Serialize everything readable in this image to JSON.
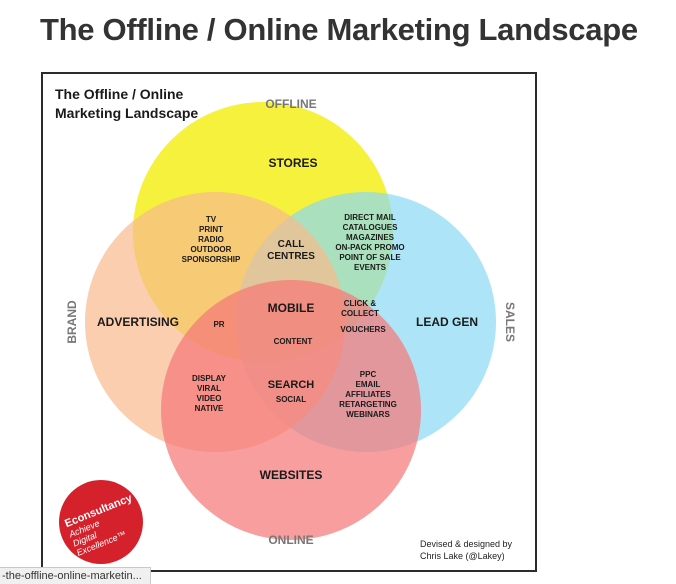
{
  "page": {
    "heading": "The Offline / Online Marketing Landscape"
  },
  "diagram": {
    "title_line1": "The Offline / Online",
    "title_line2": "Marketing Landscape",
    "edges": {
      "top": "OFFLINE",
      "bottom": "ONLINE",
      "left": "BRAND",
      "right": "SALES"
    },
    "circles": {
      "stores": "STORES",
      "advertising": "ADVERTISING",
      "lead_gen": "LEAD GEN",
      "websites": "WEBSITES"
    },
    "regions": {
      "stores_advertising": [
        "TV",
        "PRINT",
        "RADIO",
        "OUTDOOR",
        "SPONSORSHIP"
      ],
      "call_centres": [
        "CALL",
        "CENTRES"
      ],
      "stores_leadgen": [
        "DIRECT MAIL",
        "CATALOGUES",
        "MAGAZINES",
        "ON-PACK PROMO",
        "POINT OF SALE",
        "EVENTS"
      ],
      "mobile": "MOBILE",
      "pr": "PR",
      "click_collect": [
        "CLICK &",
        "COLLECT"
      ],
      "vouchers": "VOUCHERS",
      "content": "CONTENT",
      "advertising_websites": [
        "DISPLAY",
        "VIRAL",
        "VIDEO",
        "NATIVE"
      ],
      "search": "SEARCH",
      "social": "SOCIAL",
      "leadgen_websites": [
        "PPC",
        "EMAIL",
        "AFFILIATES",
        "RETARGETING",
        "WEBINARS"
      ]
    },
    "colors": {
      "stores": "#f5ee1a",
      "advertising": "#f8b98d",
      "lead_gen": "#8ad8f3",
      "websites": "#f57878",
      "logo": "#d4212b"
    },
    "logo": {
      "name": "Econsultancy",
      "line1": "Achieve",
      "line2": "Digital",
      "line3": "Excellence™"
    },
    "credit_line1": "Devised & designed by",
    "credit_line2": "Chris Lake (@Lakey)"
  },
  "status_bar": {
    "url_text": "-the-offline-online-marketin..."
  }
}
